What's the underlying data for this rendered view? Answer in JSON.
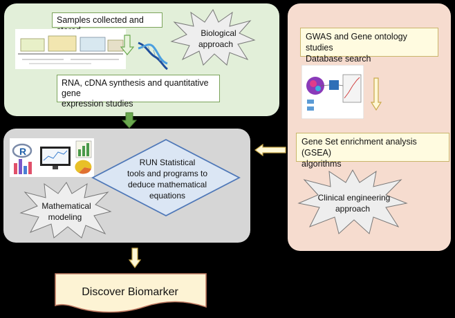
{
  "biological": {
    "step1": "Samples collected and stored",
    "step2_line1": "RNA, cDNA synthesis and quantitative gene",
    "step2_line2": "expression studies",
    "burst_line1": "Biological",
    "burst_line2": "approach"
  },
  "clinical": {
    "step1_line1": "GWAS and Gene ontology studies",
    "step1_line2": "Database search",
    "step2_line1": "Gene Set enrichment analysis (GSEA)",
    "step2_line2": "algorithms",
    "burst_line1": "Clinical engineering",
    "burst_line2": "approach"
  },
  "mathematical": {
    "diamond_line1": "RUN Statistical",
    "diamond_line2": "tools and programs to",
    "diamond_line3": "deduce mathematical",
    "diamond_line4": "equations",
    "burst_line1": "Mathematical",
    "burst_line2": "modeling"
  },
  "result": {
    "label": "Discover Biomarker"
  },
  "colors": {
    "green_panel": "#e2efd9",
    "peach_panel": "#f6dccf",
    "gray_panel": "#d9d9d9",
    "arrow_fill": "#fff8d6",
    "arrow_stroke": "#c9a94a",
    "green_arrow": "#6aa84f"
  }
}
